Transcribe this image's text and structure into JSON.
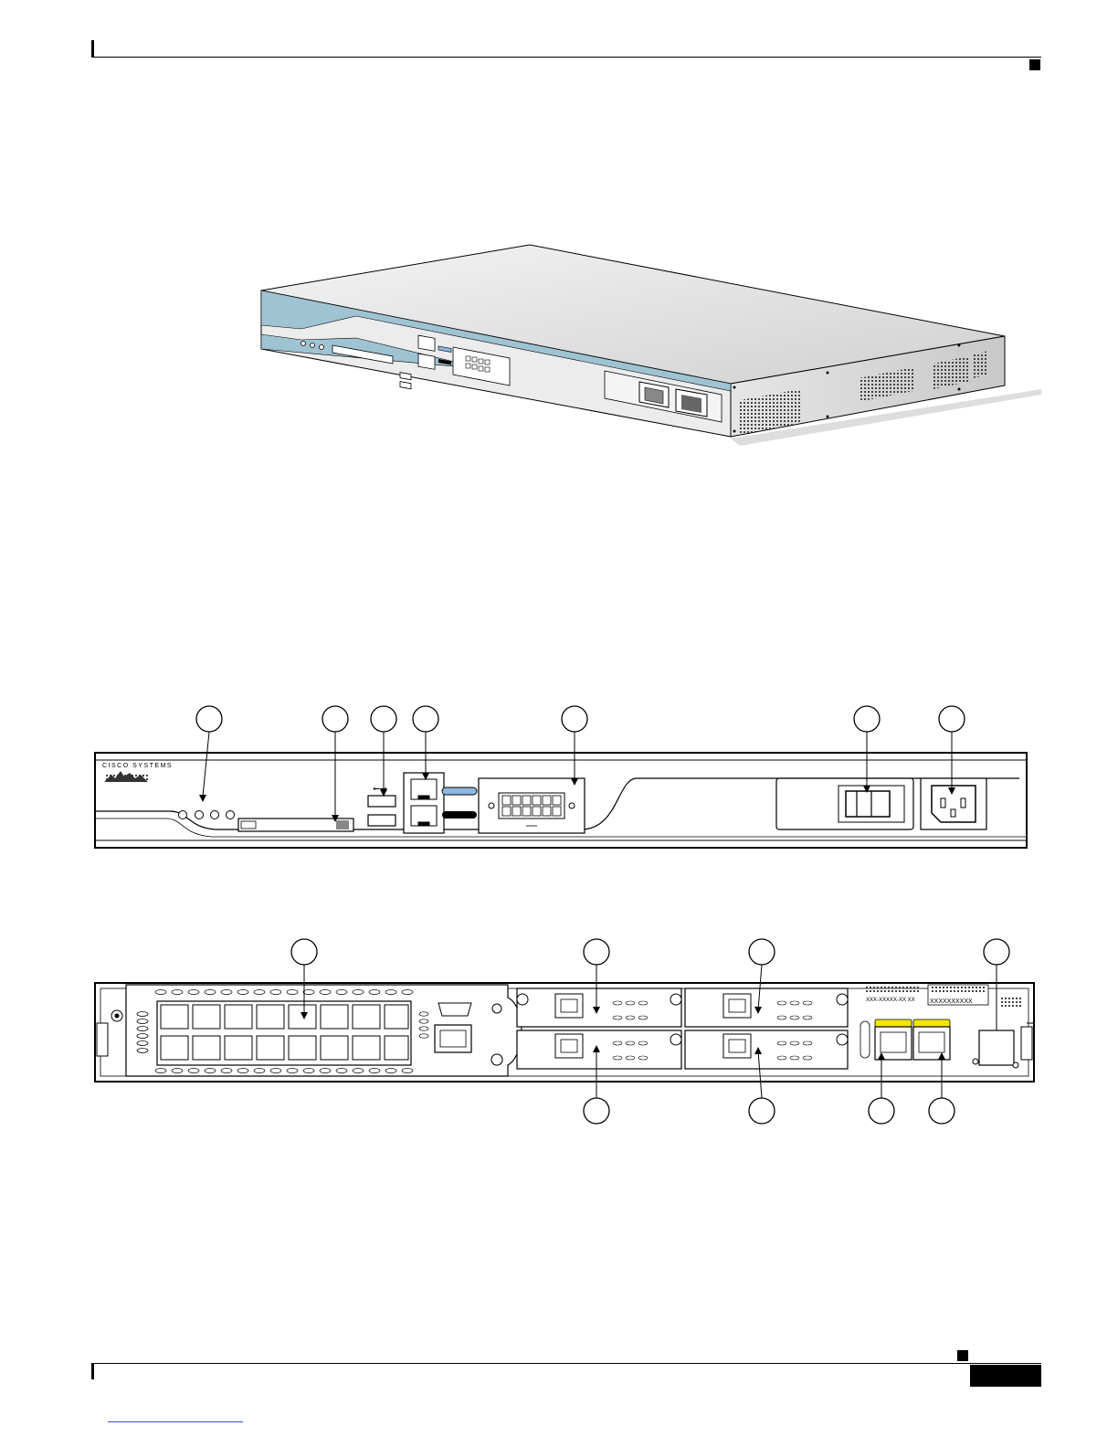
{
  "figures": {
    "front_panel": {
      "brand": "CISCO SYSTEMS"
    },
    "rear_panel": {
      "label_serial": "XXX-XXXXX-XX XX",
      "label_mac": "XXXXXXXXXX"
    }
  },
  "colors": {
    "chassis_blue": "#9fc3d2",
    "port_blue": "#8fb8e0",
    "port_yellow": "#f2e600",
    "line": "#000000"
  }
}
